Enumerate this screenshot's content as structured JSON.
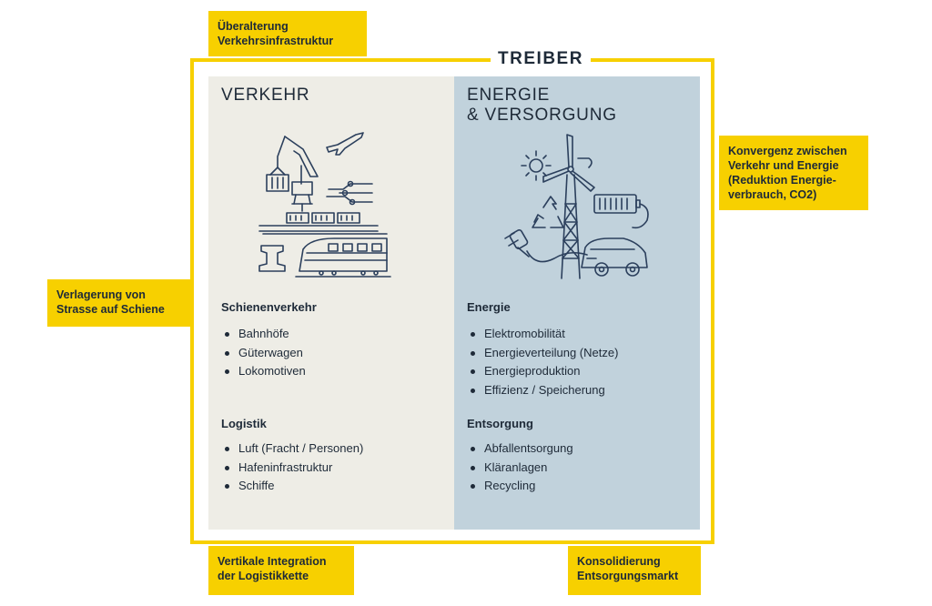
{
  "frame": {
    "title": "TREIBER"
  },
  "drivers": [
    {
      "id": "aging",
      "label": "Überalterung\nVerkehrsinfrastruktur"
    },
    {
      "id": "convergence",
      "label": "Konvergenz zwischen\nVerkehr und Energie\n(Reduktion Energie-\nverbrauch, CO2)"
    },
    {
      "id": "shift",
      "label": "Verlagerung von\nStrasse auf Schiene"
    },
    {
      "id": "integration",
      "label": "Vertikale Integration\nder Logistikkette"
    },
    {
      "id": "consolidation",
      "label": "Konsolidierung\nEntsorgungsmarkt"
    }
  ],
  "panels": {
    "left": {
      "title": "VERKEHR",
      "icon": "transport-icon",
      "sections": [
        {
          "title": "Schienenverkehr",
          "items": [
            "Bahnhöfe",
            "Güterwagen",
            "Lokomotiven"
          ]
        },
        {
          "title": "Logistik",
          "items": [
            "Luft (Fracht / Personen)",
            "Hafeninfrastruktur",
            "Schiffe"
          ]
        }
      ]
    },
    "right": {
      "title": "ENERGIE\n& VERSORGUNG",
      "icon": "energy-icon",
      "sections": [
        {
          "title": "Energie",
          "items": [
            "Elektromobilität",
            "Energieverteilung (Netze)",
            "Energieproduktion",
            "Effizienz / Speicherung"
          ]
        },
        {
          "title": "Entsorgung",
          "items": [
            "Abfallentsorgung",
            "Kläranlagen",
            "Recycling"
          ]
        }
      ]
    }
  },
  "colors": {
    "accent": "#f7d000",
    "left_panel": "#eeede6",
    "right_panel": "#c1d2dc",
    "ink": "#1e2a38"
  }
}
